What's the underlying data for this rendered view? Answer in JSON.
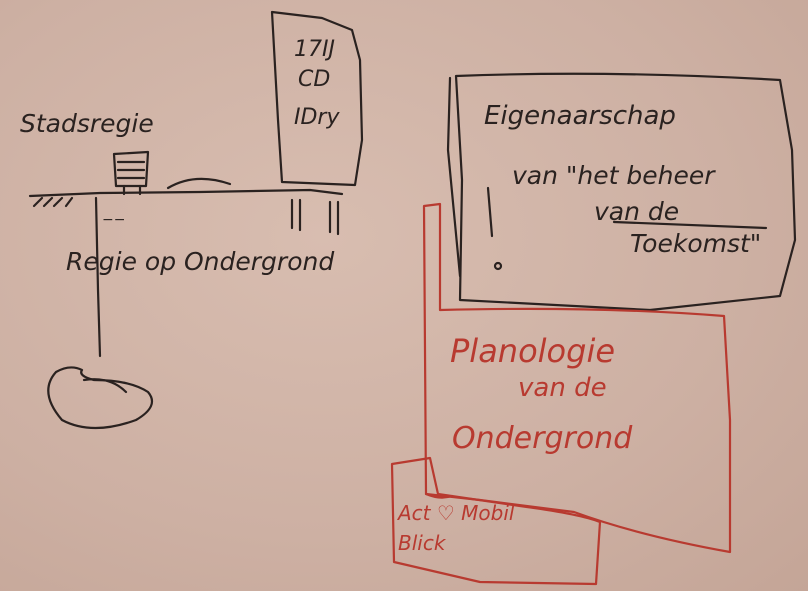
{
  "left_sketch": {
    "label_top": "Stadsregie",
    "label_bottom": "Regie op Ondergrond",
    "ground_marks": "−−",
    "building_text": [
      "17IJ",
      "CD",
      "IDry"
    ]
  },
  "right_black_box": {
    "title": "Eigenaarschap",
    "line1": "van \"het beheer",
    "line2": "van de",
    "line3": "Toekomst\""
  },
  "right_red_box": {
    "line1": "Planologie",
    "line2": "van de",
    "line3": "Ondergrond"
  },
  "small_red_box": {
    "line1": "Act ♡ Mobil",
    "line2": "Blick"
  },
  "colors": {
    "board": "#cfb3a6",
    "black_marker": "#2a2220",
    "red_marker": "#b83a30"
  }
}
